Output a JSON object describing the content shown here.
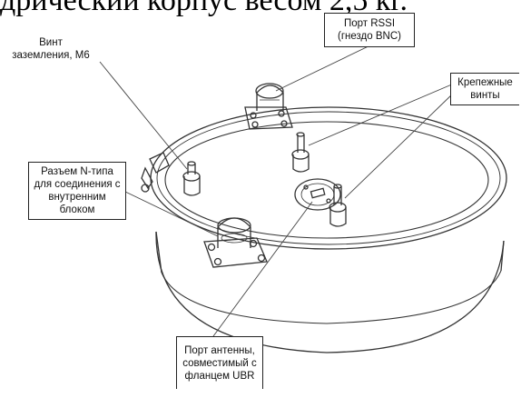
{
  "heading_fragment": "дрический корпус весом 2,5 кг.",
  "callouts": {
    "ground_screw": [
      "Винт",
      "заземления, М6"
    ],
    "rssi_port": [
      "Порт RSSI",
      "(гнездо BNC)"
    ],
    "mount_screws": [
      "Крепежные",
      "винты"
    ],
    "n_connector": [
      "Разъем N-типа",
      "для соединения с",
      "внутренним",
      "блоком"
    ],
    "antenna_port": [
      "Порт антенны,",
      "совместимый с",
      "фланцем UBR"
    ]
  }
}
